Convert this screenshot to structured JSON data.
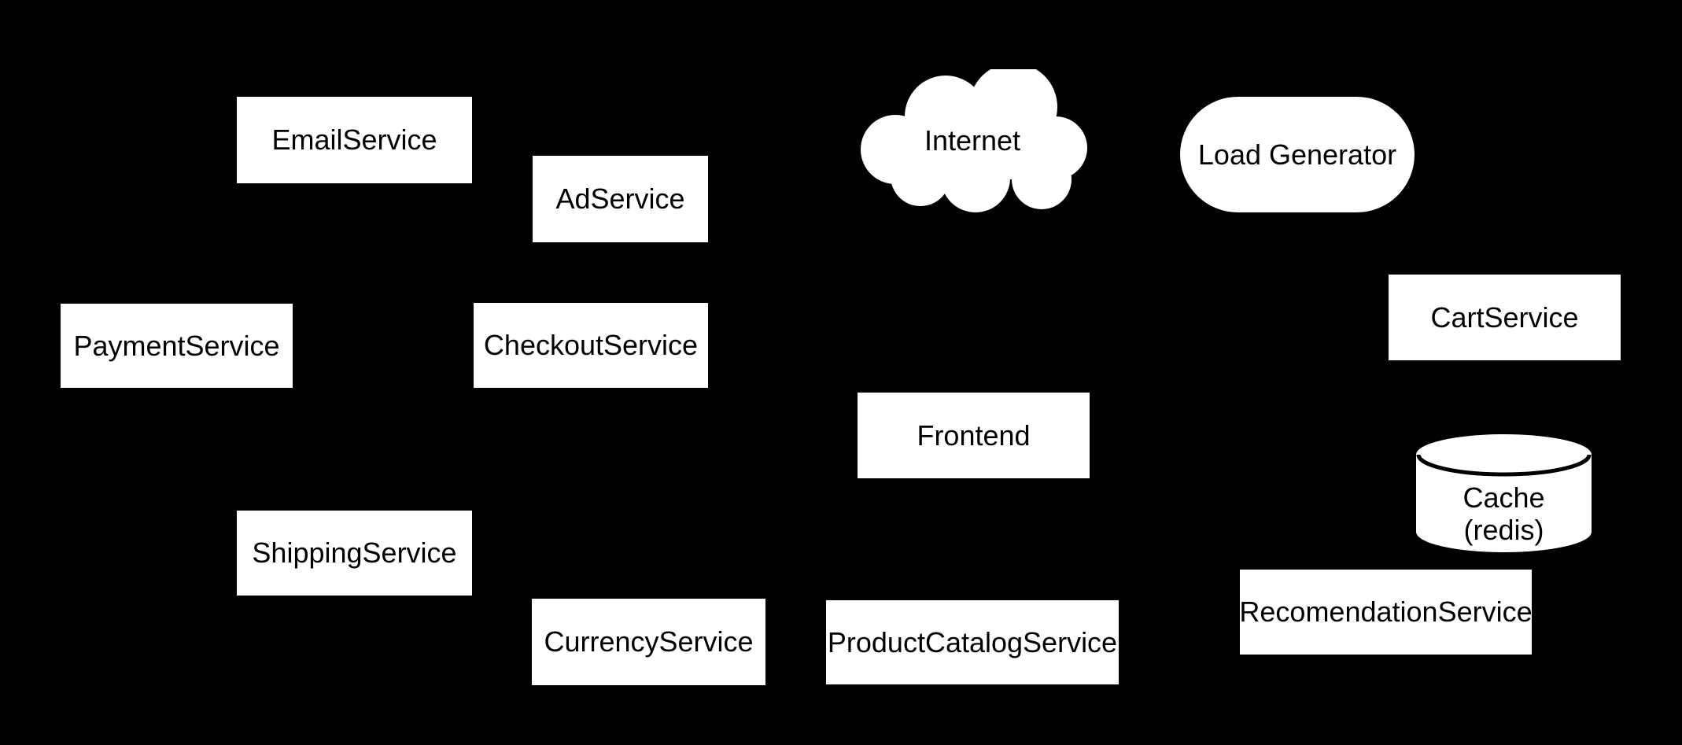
{
  "diagram": {
    "description": "Microservices architecture diagram on black background",
    "background_color": "#000000",
    "shape_fill_color": "#ffffff",
    "label_color": "#000000",
    "nodes": {
      "email_service": {
        "label": "EmailService",
        "shape": "rectangle"
      },
      "ad_service": {
        "label": "AdService",
        "shape": "rectangle"
      },
      "internet": {
        "label": "Internet",
        "shape": "cloud"
      },
      "load_generator": {
        "label": "Load Generator",
        "shape": "stadium"
      },
      "payment_service": {
        "label": "PaymentService",
        "shape": "rectangle"
      },
      "checkout_service": {
        "label": "CheckoutService",
        "shape": "rectangle"
      },
      "cart_service": {
        "label": "CartService",
        "shape": "rectangle"
      },
      "frontend": {
        "label": "Frontend",
        "shape": "rectangle"
      },
      "cache": {
        "label_line1": "Cache",
        "label_line2": "(redis)",
        "shape": "cylinder"
      },
      "shipping_service": {
        "label": "ShippingService",
        "shape": "rectangle"
      },
      "currency_service": {
        "label": "CurrencyService",
        "shape": "rectangle"
      },
      "product_catalog_service": {
        "label": "ProductCatalogService",
        "shape": "rectangle"
      },
      "recomendation_service": {
        "label": "RecomendationService",
        "shape": "rectangle"
      }
    }
  }
}
